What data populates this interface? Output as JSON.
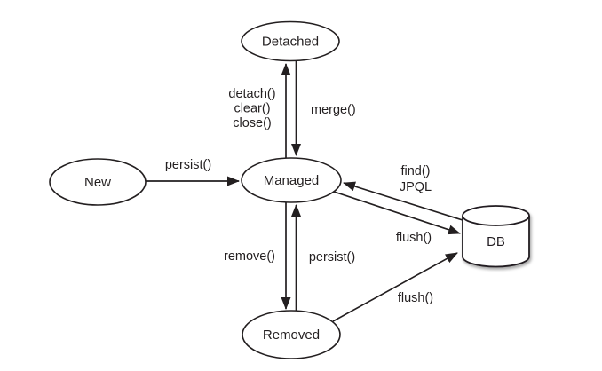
{
  "diagram": {
    "type": "state-transition-diagram",
    "subject": "JPA entity lifecycle states",
    "colors": {
      "background": "#ffffff",
      "stroke": "#231f20",
      "text": "#231f20"
    },
    "states": {
      "detached": "Detached",
      "new": "New",
      "managed": "Managed",
      "removed": "Removed",
      "db": "DB"
    },
    "transitions": [
      {
        "from": "managed",
        "to": "detached",
        "label_lines": [
          "detach()",
          "clear()",
          "close()"
        ]
      },
      {
        "from": "detached",
        "to": "managed",
        "label_lines": [
          "merge()"
        ]
      },
      {
        "from": "new",
        "to": "managed",
        "label_lines": [
          "persist()"
        ]
      },
      {
        "from": "db",
        "to": "managed",
        "label_lines": [
          "find()",
          "JPQL"
        ]
      },
      {
        "from": "managed",
        "to": "db",
        "label_lines": [
          "flush()"
        ]
      },
      {
        "from": "managed",
        "to": "removed",
        "label_lines": [
          "remove()"
        ]
      },
      {
        "from": "removed",
        "to": "managed",
        "label_lines": [
          "persist()"
        ]
      },
      {
        "from": "removed",
        "to": "db",
        "label_lines": [
          "flush()"
        ]
      }
    ]
  }
}
